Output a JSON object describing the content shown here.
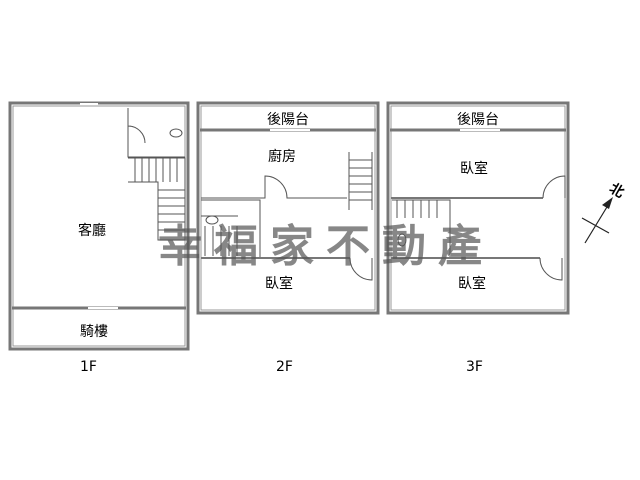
{
  "floors": [
    {
      "label": "1F",
      "rooms": [
        "客廳",
        "騎樓"
      ]
    },
    {
      "label": "2F",
      "rooms": [
        "後陽台",
        "廚房",
        "臥室"
      ]
    },
    {
      "label": "3F",
      "rooms": [
        "後陽台",
        "臥室",
        "臥室"
      ]
    }
  ],
  "compass": {
    "label": "北"
  },
  "watermark": "幸福家不動產"
}
